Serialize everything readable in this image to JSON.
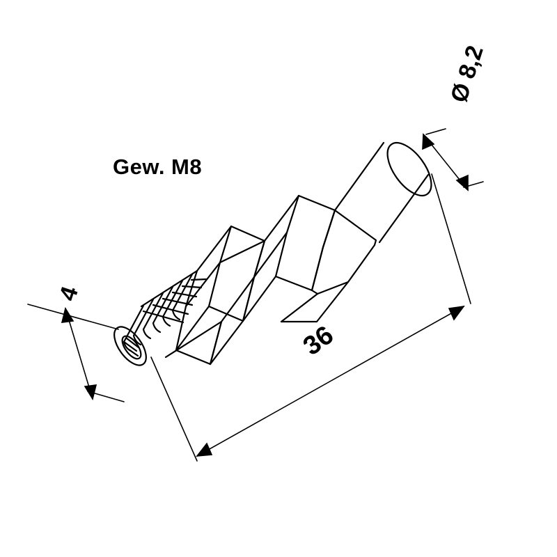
{
  "drawing": {
    "title": "Technical line drawing of a threaded connector / fitting",
    "view": "isometric",
    "line_color": "#000000",
    "background_color": "#ffffff",
    "labels": {
      "thread": "Gew. M8",
      "length": "36",
      "short_dim": "4",
      "diameter": "Ø 8,2"
    },
    "annotations": [
      {
        "name": "thread-callout",
        "text": "Gew. M8",
        "rotation_deg": 0
      },
      {
        "name": "overall-length-dimension",
        "text": "36",
        "rotation_deg": -36
      },
      {
        "name": "tip-dimension",
        "text": "4",
        "rotation_deg": -72
      },
      {
        "name": "diameter-dimension",
        "text": "Ø 8,2",
        "rotation_deg": -72
      }
    ]
  }
}
